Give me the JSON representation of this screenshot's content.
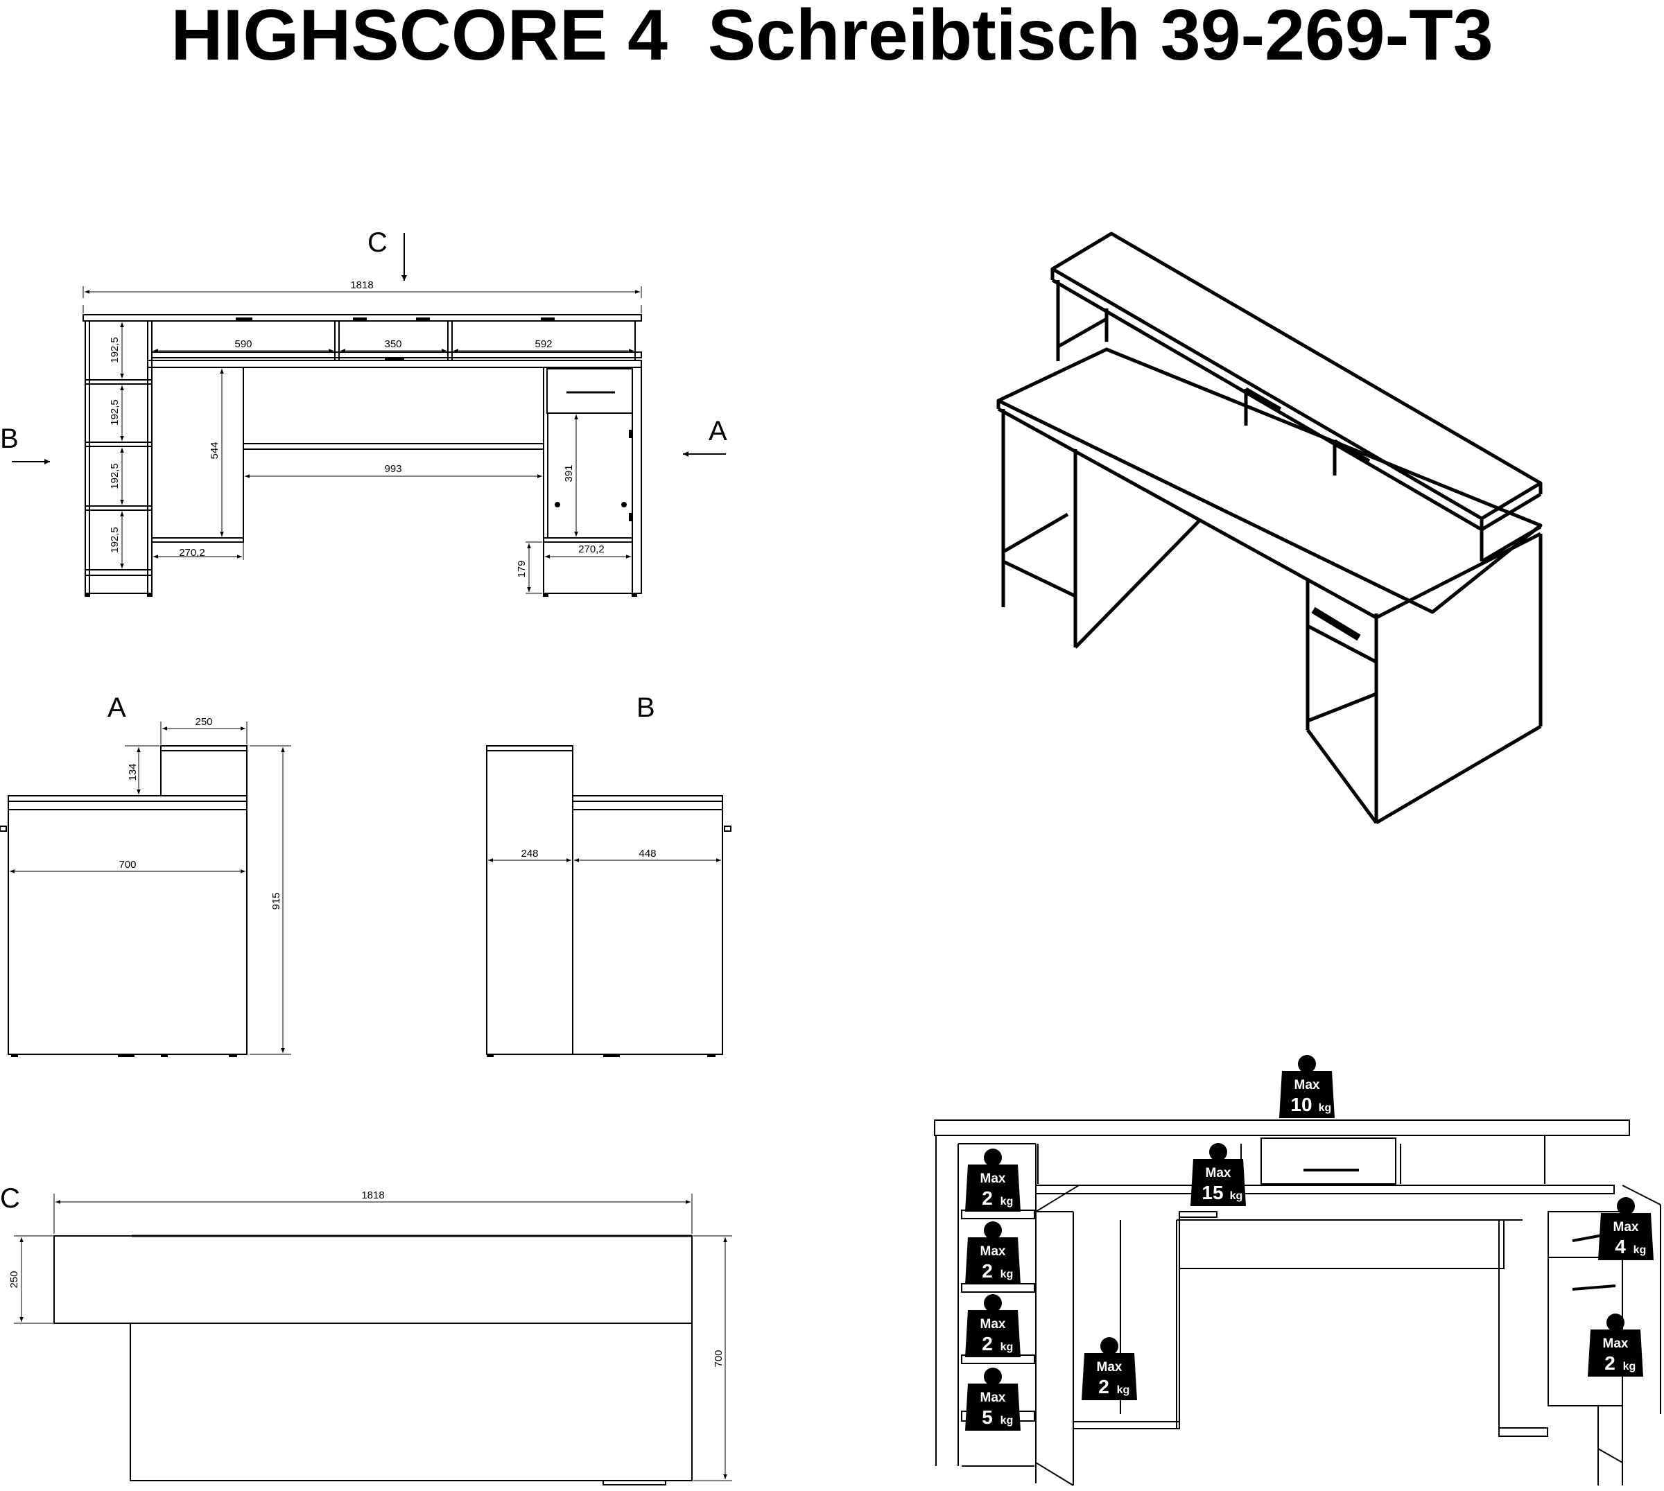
{
  "title": "HIGHSCORE 4  Schreibtisch 39-269-T3",
  "front_view": {
    "width_total": "1818",
    "upper_left": "590",
    "upper_mid": "350",
    "upper_right": "592",
    "shelf_1": "192,5",
    "shelf_2": "192,5",
    "shelf_3": "192,5",
    "shelf_4": "192,5",
    "knee_height": "544",
    "knee_width": "993",
    "drawer_cab_height": "391",
    "left_opening": "270,2",
    "right_opening": "270,2",
    "plinth": "179"
  },
  "view_labels": {
    "a": "A",
    "b": "B",
    "c": "C"
  },
  "side_view_a": {
    "top_depth": "250",
    "top_height": "134",
    "depth": "700",
    "total_height": "915"
  },
  "side_view_b": {
    "left_depth": "248",
    "right_depth": "448"
  },
  "top_view_c": {
    "width": "1818",
    "top_depth": "250",
    "depth": "700"
  },
  "load_capacities": [
    {
      "max": "Max",
      "value": "10",
      "unit": "kg"
    },
    {
      "max": "Max",
      "value": "15",
      "unit": "kg"
    },
    {
      "max": "Max",
      "value": "4",
      "unit": "kg"
    },
    {
      "max": "Max",
      "value": "2",
      "unit": "kg"
    },
    {
      "max": "Max",
      "value": "2",
      "unit": "kg"
    },
    {
      "max": "Max",
      "value": "2",
      "unit": "kg"
    },
    {
      "max": "Max",
      "value": "5",
      "unit": "kg"
    },
    {
      "max": "Max",
      "value": "2",
      "unit": "kg"
    },
    {
      "max": "Max",
      "value": "2",
      "unit": "kg"
    }
  ]
}
